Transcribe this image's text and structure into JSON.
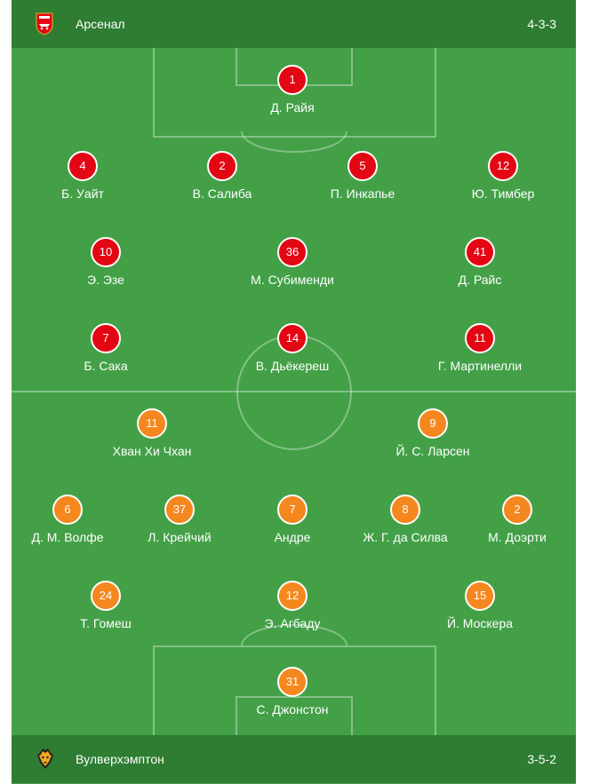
{
  "home": {
    "name": "Арсенал",
    "formation": "4-3-3",
    "logo_icon": "arsenal-crest-icon",
    "badge_color": "#e30613",
    "players": [
      {
        "number": "1",
        "name": "Д. Райя"
      },
      {
        "number": "4",
        "name": "Б. Уайт"
      },
      {
        "number": "2",
        "name": "В. Салиба"
      },
      {
        "number": "5",
        "name": "П. Инкапье"
      },
      {
        "number": "12",
        "name": "Ю. Тимбер"
      },
      {
        "number": "10",
        "name": "Э. Эзе"
      },
      {
        "number": "36",
        "name": "М. Субименди"
      },
      {
        "number": "41",
        "name": "Д. Райс"
      },
      {
        "number": "7",
        "name": "Б. Сака"
      },
      {
        "number": "14",
        "name": "В. Дьёкереш"
      },
      {
        "number": "11",
        "name": "Г. Мартинелли"
      }
    ]
  },
  "away": {
    "name": "Вулверхэмптон",
    "formation": "3-5-2",
    "logo_icon": "wolves-crest-icon",
    "badge_color": "#f5871f",
    "players": [
      {
        "number": "11",
        "name": "Хван Хи Чхан"
      },
      {
        "number": "9",
        "name": "Й. С. Ларсен"
      },
      {
        "number": "6",
        "name": "Д. М. Волфе"
      },
      {
        "number": "37",
        "name": "Л. Крейчий"
      },
      {
        "number": "7",
        "name": "Андре"
      },
      {
        "number": "8",
        "name": "Ж. Г. да Силва"
      },
      {
        "number": "2",
        "name": "М. Доэрти"
      },
      {
        "number": "24",
        "name": "Т. Гомеш"
      },
      {
        "number": "12",
        "name": "Э. Агбаду"
      },
      {
        "number": "15",
        "name": "Й. Москера"
      },
      {
        "number": "31",
        "name": "С. Джонстон"
      }
    ]
  },
  "colors": {
    "pitch": "#43a047",
    "team_bar": "#2e7d32"
  }
}
